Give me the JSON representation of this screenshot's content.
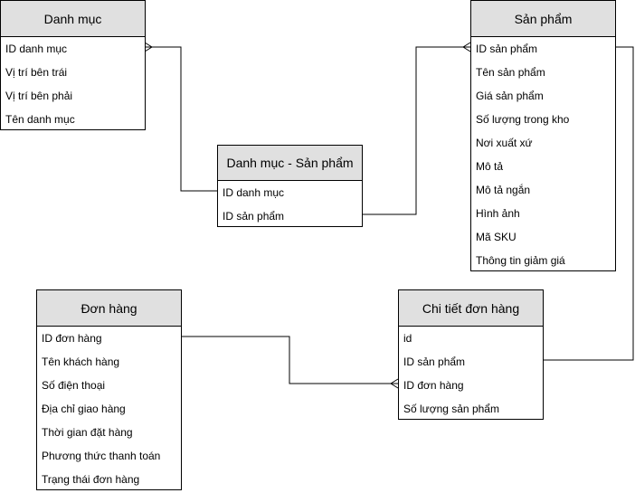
{
  "entities": {
    "danh_muc": {
      "title": "Danh mục",
      "fields": [
        "ID danh mục",
        "Vị trí bên trái",
        "Vị trí bên phải",
        "Tên danh mục"
      ]
    },
    "san_pham": {
      "title": "Sản phẩm",
      "fields": [
        "ID sản phẩm",
        "Tên sản phẩm",
        "Giá sản phẩm",
        "Số lượng trong kho",
        "Nơi xuất xứ",
        "Mô tả",
        "Mô tả ngắn",
        "Hình ảnh",
        "Mã SKU",
        "Thông tin giảm giá"
      ]
    },
    "danh_muc_san_pham": {
      "title": "Danh mục - Sản phẩm",
      "fields": [
        "ID danh mục",
        "ID sản phẩm"
      ]
    },
    "don_hang": {
      "title": "Đơn hàng",
      "fields": [
        "ID đơn hàng",
        "Tên khách hàng",
        "Số điện thoại",
        "Địa chỉ giao hàng",
        "Thời gian đặt hàng",
        "Phương thức thanh toán",
        "Trạng thái đơn hàng"
      ]
    },
    "chi_tiet_don_hang": {
      "title": "Chi tiết đơn hàng",
      "fields": [
        "id",
        "ID sản phẩm",
        "ID đơn hàng",
        "Số lượng sản phẩm"
      ]
    }
  },
  "colors": {
    "header_fill": "#e0e0e0",
    "border": "#000000",
    "line": "#000000"
  }
}
